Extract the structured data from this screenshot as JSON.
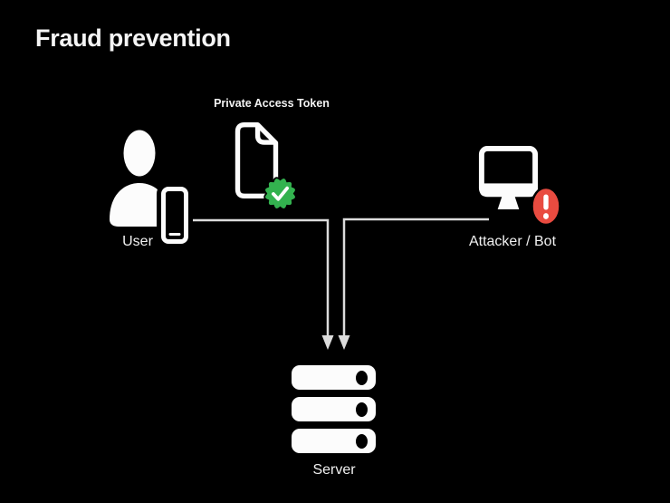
{
  "title": "Fraud prevention",
  "colors": {
    "background": "#000000",
    "text": "#f5f5f5",
    "icon": "#fcfcfc",
    "green": "#33b24f",
    "red": "#e94b40",
    "line": "#dcdcdc"
  },
  "nodes": {
    "user": {
      "label": "User",
      "icons": [
        "person-icon",
        "iphone-icon"
      ]
    },
    "token": {
      "label": "Private Access Token",
      "icon": "document-icon",
      "badge": "verified-checkmark-seal",
      "badge_color": "#33b24f"
    },
    "attacker": {
      "label": "Attacker / Bot",
      "icon": "desktop-computer-icon",
      "badge": "exclamation-alert",
      "badge_color": "#e94b40"
    },
    "server": {
      "label": "Server",
      "icon": "server-stack-icon",
      "drive_count": 3
    }
  },
  "connections": [
    {
      "from": "user",
      "to": "server",
      "style": "elbow-arrow-down"
    },
    {
      "from": "attacker",
      "to": "server",
      "style": "elbow-arrow-down"
    }
  ]
}
